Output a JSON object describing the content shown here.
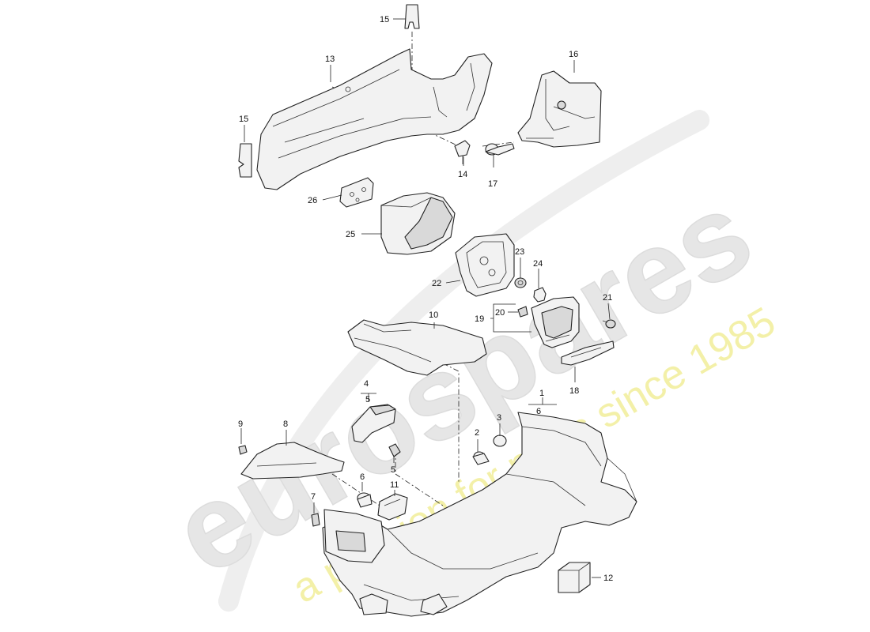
{
  "watermark": {
    "brand": "eurospares",
    "tagline": "a passion for parts since 1985",
    "brand_color": "#e6e6e6",
    "tagline_color": "#f3f0a8"
  },
  "callouts": {
    "n1": "1",
    "n2": "2",
    "n3": "3",
    "n4": "4",
    "n5a": "5",
    "n5b": "5",
    "n6a": "6",
    "n6b": "6",
    "n7": "7",
    "n8": "8",
    "n9": "9",
    "n10": "10",
    "n11": "11",
    "n12": "12",
    "n13": "13",
    "n14": "14",
    "n15a": "15",
    "n15b": "15",
    "n16": "16",
    "n17": "17",
    "n18": "18",
    "n19": "19",
    "n20": "20",
    "n21": "21",
    "n22": "22",
    "n23": "23",
    "n24": "24",
    "n25": "25",
    "n26": "26"
  }
}
